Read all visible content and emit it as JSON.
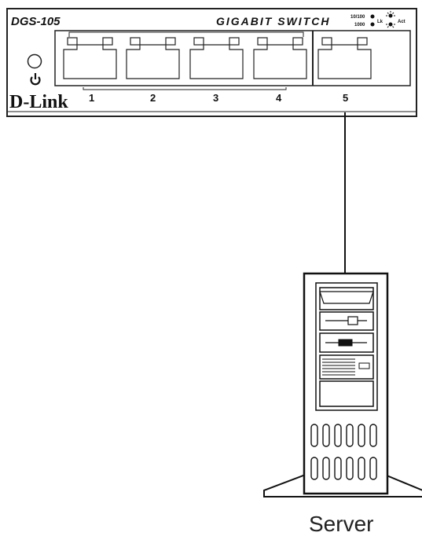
{
  "switch": {
    "model": "DGS-105",
    "product": "GIGABIT SWITCH",
    "brand": "D-Link",
    "power_glyph": "⏻",
    "led_legend": {
      "speed_low": "10/100",
      "speed_high": "1000",
      "link": "Lk",
      "activity": "Act"
    },
    "ports": [
      "1",
      "2",
      "3",
      "4",
      "5"
    ],
    "connected_port": "5"
  },
  "server": {
    "label": "Server"
  },
  "icons": [
    "power-icon",
    "power-led-icon",
    "rj45-port-icon",
    "led-sun-icon",
    "server-tower-icon"
  ]
}
